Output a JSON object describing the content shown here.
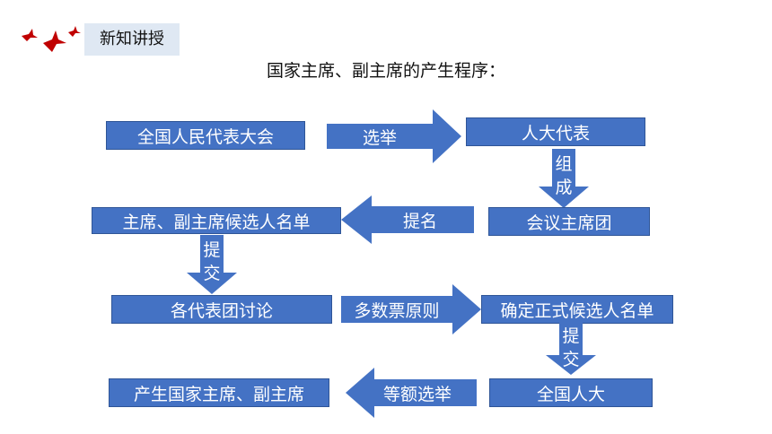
{
  "header": {
    "tag": "新知讲授"
  },
  "title": "国家主席、副主席的产生程序：",
  "colors": {
    "box_fill": "#4472c4",
    "box_border": "#2f5597",
    "tag_bg": "#dfe8f3",
    "bird": "#c00000"
  },
  "icons": {
    "logo": "flying-birds-icon"
  },
  "boxes": {
    "npc": "全国人民代表大会",
    "deputies": "人大代表",
    "presidium": "会议主席团",
    "candidates": "主席、副主席候选人名单",
    "delegations": "各代表团讨论",
    "formal": "确定正式候选人名单",
    "plenary": "全国人大",
    "result": "产生国家主席、副主席"
  },
  "arrows": {
    "elect": "选举",
    "form_1": "组",
    "form_2": "成",
    "nominate": "提名",
    "submit_1": "提",
    "submit_2": "交",
    "majority": "多数票原则",
    "submit2_1": "提",
    "submit2_2": "交",
    "equal": "等额选举"
  }
}
